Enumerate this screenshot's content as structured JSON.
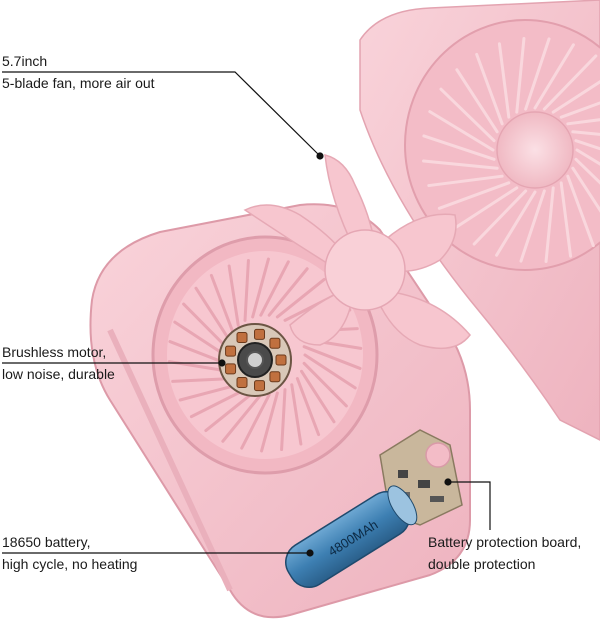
{
  "callouts": {
    "fan": {
      "line1": "5.7inch",
      "line2": "5-blade fan, more air out"
    },
    "motor": {
      "line1": "Brushless motor,",
      "line2": "low noise, durable"
    },
    "battery": {
      "line1": "18650 battery,",
      "line2": "high cycle, no heating"
    },
    "board": {
      "line1": "Battery protection board,",
      "line2": "double protection"
    }
  },
  "battery_marking": "4800MAh",
  "colors": {
    "body_pink": "#f6c2cc",
    "body_shadow": "#e7a7b4",
    "battery_blue": "#3d7fb2",
    "leader_line": "#111111"
  }
}
